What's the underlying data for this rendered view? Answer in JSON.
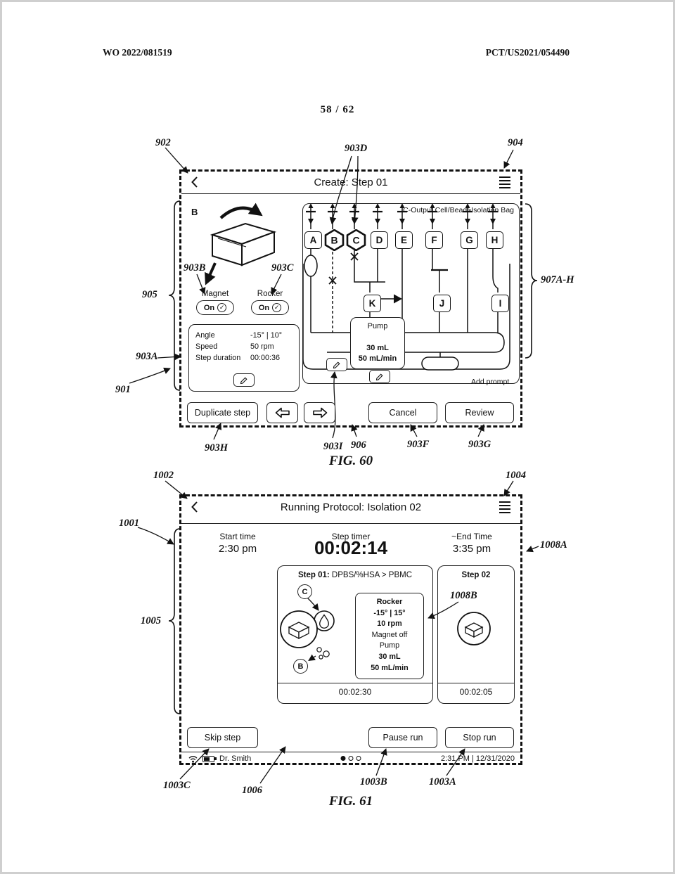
{
  "page": {
    "header_left": "WO 2022/081519",
    "header_right": "PCT/US2021/054490",
    "page_number": "58 / 62"
  },
  "icons": {
    "back": "chevron-left",
    "menu": "hamburger",
    "check": "✓",
    "prev": "arrow-left",
    "next": "arrow-right",
    "edit": "pencil"
  },
  "fig60": {
    "caption": "FIG. 60",
    "screen": {
      "title": "Create: Step 01",
      "diagram_label": "C-Output Cell/Bead>Isolation Bag",
      "bag_label": "B",
      "magnet_label": "Magnet",
      "magnet_value": "On",
      "rocker_label": "Rocker",
      "rocker_value": "On",
      "params": [
        {
          "label": "Angle",
          "value": "-15° | 10°"
        },
        {
          "label": "Speed",
          "value": "50 rpm"
        },
        {
          "label": "Step duration",
          "value": "00:00:36"
        }
      ],
      "ports": [
        "A",
        "B",
        "C",
        "D",
        "E",
        "F",
        "G",
        "H"
      ],
      "valve_k": "K",
      "valve_j": "J",
      "valve_i": "I",
      "pump_label": "Pump",
      "pump_volume": "30 mL",
      "pump_rate": "50 mL/min",
      "add_prompt": "Add prompt",
      "duplicate_button": "Duplicate step",
      "cancel_button": "Cancel",
      "review_button": "Review"
    },
    "refs": {
      "n901": "901",
      "n902": "902",
      "n903A": "903A",
      "n903B": "903B",
      "n903C": "903C",
      "n903D": "903D",
      "n903F": "903F",
      "n903G": "903G",
      "n903H": "903H",
      "n903I": "903I",
      "n904": "904",
      "n905": "905",
      "n906": "906",
      "n907": "907A-H"
    }
  },
  "fig61": {
    "caption": "FIG. 61",
    "screen": {
      "title": "Running Protocol: Isolation 02",
      "start_label": "Start time",
      "start_value": "2:30 pm",
      "timer_label": "Step timer",
      "timer_value": "00:02:14",
      "end_label": "~End Time",
      "end_value": "3:35 pm",
      "step1_title_bold": "Step 01:",
      "step1_title_rest": " DPBS/%HSA > PBMC",
      "step1_circle_c": "C",
      "step1_circle_b": "B",
      "step1_params": [
        "Rocker",
        "-15° | 15°",
        "10 rpm",
        "Magnet off",
        "Pump",
        "30 mL",
        "50 mL/min"
      ],
      "step1_duration": "00:02:30",
      "step2_title": "Step 02",
      "step2_duration": "00:02:05",
      "skip_button": "Skip step",
      "pause_button": "Pause run",
      "stop_button": "Stop run",
      "status_user": "Dr. Smith",
      "status_datetime": "2:31 PM | 12/31/2020"
    },
    "refs": {
      "n1001": "1001",
      "n1002": "1002",
      "n1003A": "1003A",
      "n1003B": "1003B",
      "n1003C": "1003C",
      "n1004": "1004",
      "n1005": "1005",
      "n1006": "1006",
      "n1008A": "1008A",
      "n1008B": "1008B"
    }
  }
}
